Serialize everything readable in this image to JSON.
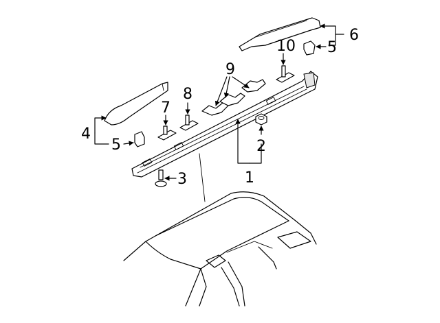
{
  "callouts": [
    {
      "id": "callout-1",
      "label": "1"
    },
    {
      "id": "callout-2",
      "label": "2"
    },
    {
      "id": "callout-3",
      "label": "3"
    },
    {
      "id": "callout-4",
      "label": "4"
    },
    {
      "id": "callout-5a",
      "label": "5"
    },
    {
      "id": "callout-5b",
      "label": "5"
    },
    {
      "id": "callout-6",
      "label": "6"
    },
    {
      "id": "callout-7",
      "label": "7"
    },
    {
      "id": "callout-8",
      "label": "8"
    },
    {
      "id": "callout-9",
      "label": "9"
    },
    {
      "id": "callout-10",
      "label": "10"
    }
  ],
  "colors": {
    "stroke": "#000000",
    "background": "#ffffff",
    "shade": "#e6e6e6"
  }
}
